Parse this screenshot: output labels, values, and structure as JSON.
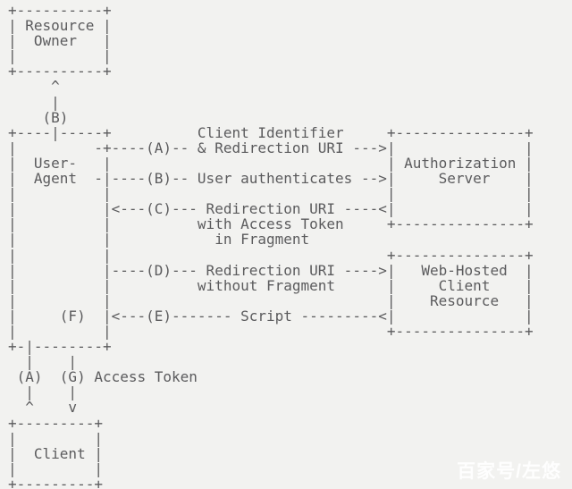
{
  "colors": {
    "background": "#f2f2f0",
    "diagram_text": "#5b5b5d",
    "watermark_text": "#ffffff"
  },
  "diagram": {
    "kind": "ascii-art-flow-diagram",
    "entities": [
      "Resource Owner",
      "User-Agent",
      "Authorization Server",
      "Web-Hosted Client Resource",
      "Client"
    ],
    "steps": [
      {
        "id": "(A)",
        "label": "Client Identifier & Redirection URI"
      },
      {
        "id": "(B)",
        "label": "User authenticates"
      },
      {
        "id": "(C)",
        "label": "Redirection URI with Access Token in Fragment"
      },
      {
        "id": "(D)",
        "label": "Redirection URI without Fragment"
      },
      {
        "id": "(E)",
        "label": "Script"
      },
      {
        "id": "(F)",
        "label": ""
      },
      {
        "id": "(G)",
        "label": "Access Token"
      }
    ],
    "lines": [
      "+----------+",
      "| Resource |",
      "|  Owner   |",
      "|          |",
      "+----------+",
      "     ^",
      "     |",
      "    (B)",
      "+----|-----+          Client Identifier     +---------------+",
      "|         -+----(A)-- & Redirection URI --->|               |",
      "|  User-   |                                | Authorization |",
      "|  Agent  -|----(B)-- User authenticates -->|     Server    |",
      "|          |                                |               |",
      "|          |<---(C)--- Redirection URI ----<|               |",
      "|          |          with Access Token     +---------------+",
      "|          |            in Fragment",
      "|          |                                +---------------+",
      "|          |----(D)--- Redirection URI ---->|   Web-Hosted  |",
      "|          |          without Fragment      |     Client    |",
      "|          |                                |    Resource   |",
      "|     (F)  |<---(E)------- Script ---------<|               |",
      "|          |                                +---------------+",
      "+-|--------+",
      "  |    |",
      " (A)  (G) Access Token",
      "  |    |",
      "  ^    v",
      "+---------+",
      "|         |",
      "|  Client |",
      "|         |",
      "+---------+"
    ]
  },
  "watermark": {
    "text": "百家号/左悠"
  }
}
